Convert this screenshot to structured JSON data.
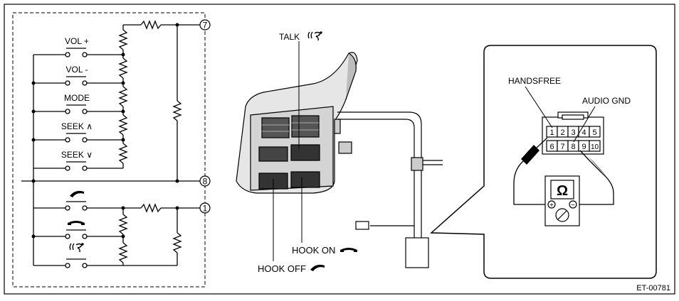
{
  "switch_labels": {
    "vol_plus": "VOL +",
    "vol_minus": "VOL -",
    "mode": "MODE",
    "seek_up": "SEEK ∧",
    "seek_down": "SEEK ∨"
  },
  "terminals": {
    "t7": "7",
    "t8": "8",
    "t1": "1"
  },
  "callouts": {
    "talk": "TALK",
    "hook_on": "HOOK ON",
    "hook_off": "HOOK OFF"
  },
  "connector": {
    "handsfree": "HANDSFREE",
    "audio_gnd": "AUDIO GND",
    "pins_top": [
      "1",
      "2",
      "3",
      "4",
      "5"
    ],
    "pins_bottom": [
      "6",
      "7",
      "8",
      "9",
      "10"
    ],
    "ohm_symbol": "Ω",
    "plus": "+",
    "minus": "−"
  },
  "icons": {
    "hook_off": "phone-hook-off-icon",
    "hook_on": "phone-hook-on-icon",
    "talk": "voice-talk-icon"
  },
  "figure_id": "ET-00781"
}
